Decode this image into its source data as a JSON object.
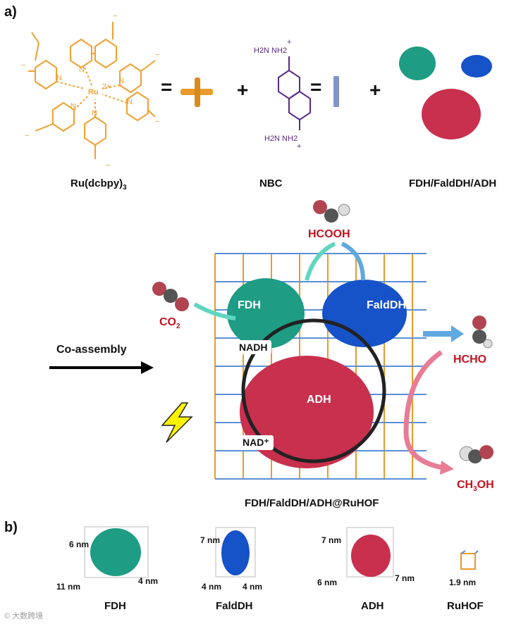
{
  "panel_a": "a)",
  "panel_b": "b)",
  "ru_complex": {
    "center": "Ru",
    "charge": "2+",
    "caption": "Ru(dcbpy)3",
    "caption_main": "Ru(dcbpy)",
    "caption_sub": "3",
    "minus": "−",
    "n": "N"
  },
  "nbc": {
    "caption": "NBC",
    "top_group": "H2N  NH2",
    "bottom_group": "H2N  NH2",
    "plus": "+"
  },
  "enzymes_caption": "FDH/FaldDH/ADH",
  "symbols": {
    "equals": "=",
    "plus": "+"
  },
  "scheme": {
    "coassembly": "Co-assembly",
    "hcooh": "HCOOH",
    "co2": "CO",
    "co2_sub": "2",
    "hcho": "HCHO",
    "ch3oh_a": "CH",
    "ch3oh_sub": "3",
    "ch3oh_b": "OH",
    "fdh": "FDH",
    "falddh": "FaldDH",
    "adh": "ADH",
    "nadh": "NADH",
    "nad_plus": "NAD⁺",
    "framework_caption": "FDH/FaldDH/ADH@RuHOF"
  },
  "panel_b_items": [
    {
      "name": "FDH",
      "dims": [
        "6 nm",
        "11 nm",
        "4 nm"
      ]
    },
    {
      "name": "FaldDH",
      "dims": [
        "7 nm",
        "4 nm",
        "4 nm"
      ]
    },
    {
      "name": "ADH",
      "dims": [
        "7 nm",
        "6 nm",
        "7 nm"
      ]
    },
    {
      "name": "RuHOF",
      "dims": [
        "1.9 nm"
      ]
    }
  ],
  "watermark": "© 大数跨境",
  "colors": {
    "ru_orange": "#f0a030",
    "nbc_purple": "#5a2a84",
    "fdh_teal": "#1e9c84",
    "falddh_blue": "#1652c8",
    "adh_red": "#c8304e",
    "product_red": "#c0121f"
  }
}
